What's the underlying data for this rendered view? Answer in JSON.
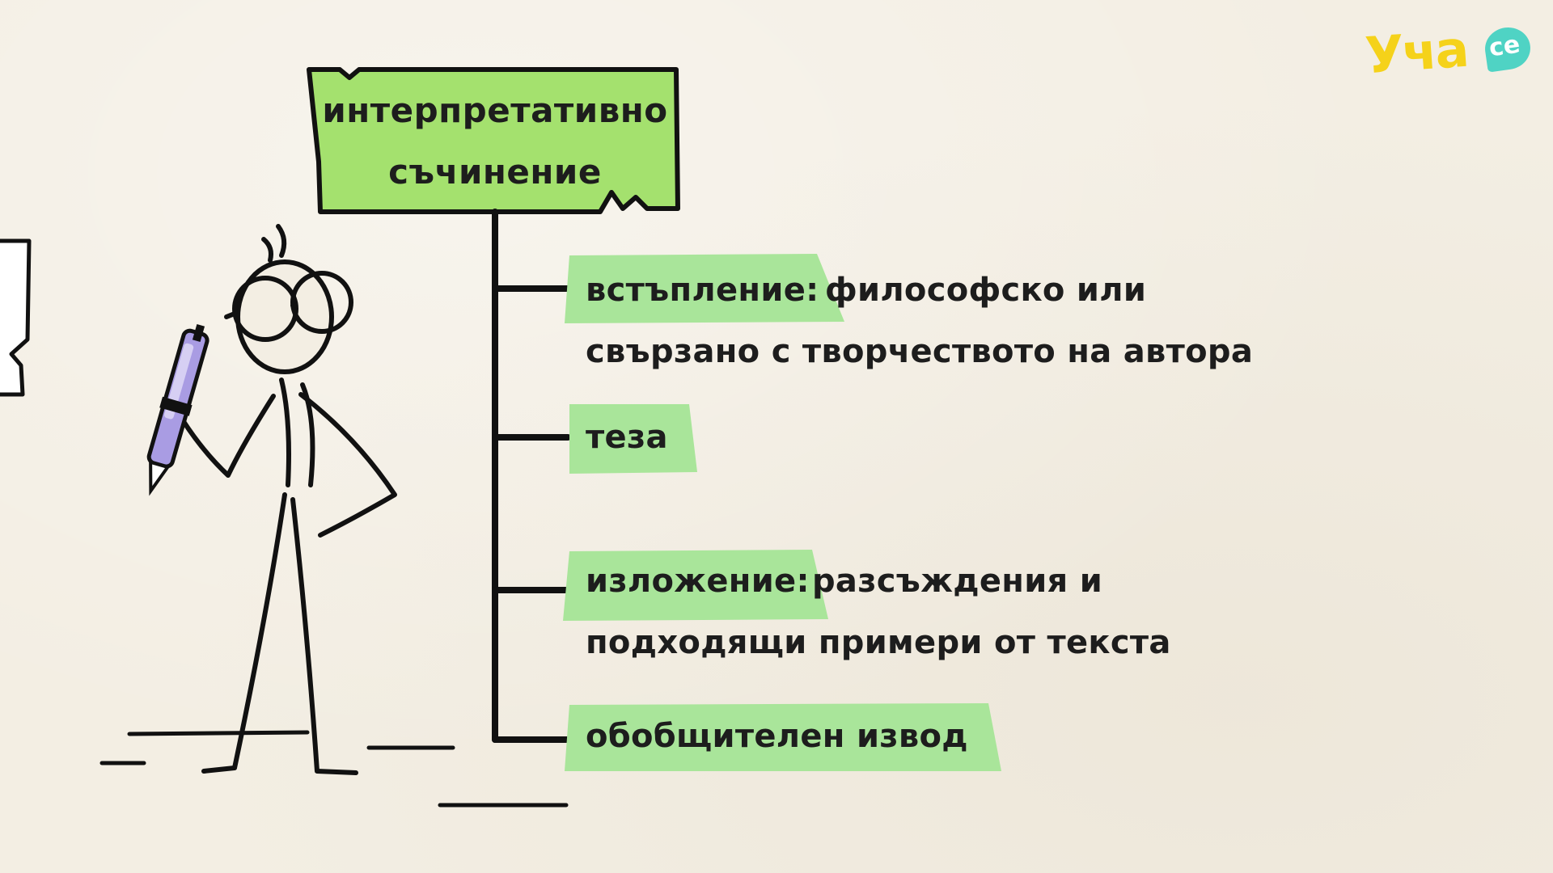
{
  "diagram": {
    "title_line1": "интерпретативно",
    "title_line2": "съчинение",
    "items": [
      {
        "keyword": "встъпление:",
        "rest": "философско или",
        "line2": "свързано с творчеството на автора"
      },
      {
        "keyword": "теза",
        "rest": "",
        "line2": ""
      },
      {
        "keyword": "изложение:",
        "rest": "разсъждения и",
        "line2": "подходящи примери от текста"
      },
      {
        "keyword": "обобщителен извод",
        "rest": "",
        "line2": ""
      }
    ]
  },
  "logo": {
    "text": "Уча",
    "suffix": "се"
  },
  "colors": {
    "title_box": "#a4e16e",
    "highlight": "#a9e59a",
    "ink": "#111111",
    "pen": "#a99ce3",
    "logo_yellow": "#f5d21a",
    "logo_teal": "#4fd3c4"
  },
  "icons": [
    "stick-figure-with-glasses",
    "pen-icon"
  ]
}
